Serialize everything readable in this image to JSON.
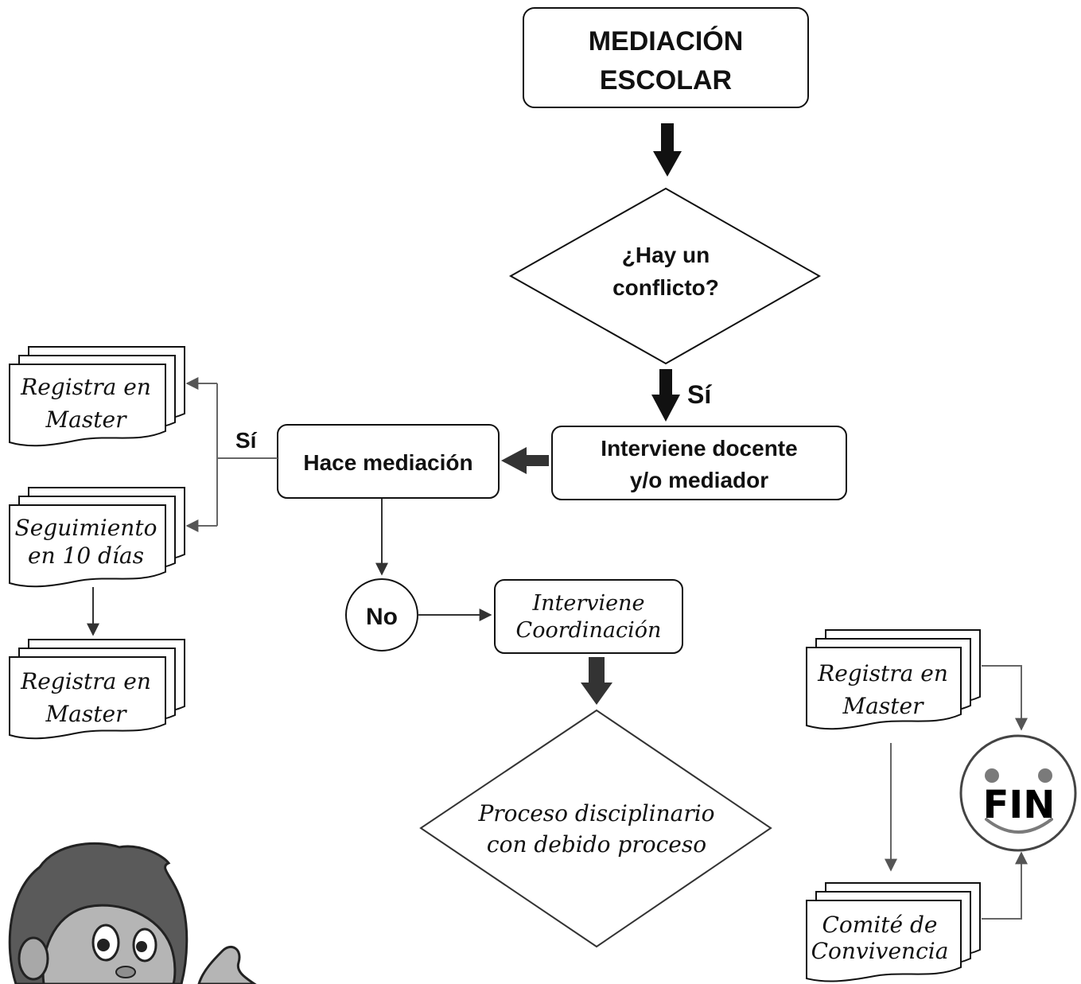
{
  "title": {
    "line1": "MEDIACIÓN",
    "line2": "ESCOLAR"
  },
  "decision_conflict": {
    "line1": "¿Hay un",
    "line2": "conflicto?"
  },
  "label_si_main": "Sí",
  "interviene_docente": {
    "line1": "Interviene docente",
    "line2": "y/o mediador"
  },
  "hace_mediacion": "Hace mediación",
  "label_si_left": "Sí",
  "doc_registra_1": {
    "line1": "Registra en",
    "line2": "Master"
  },
  "doc_seguimiento": {
    "line1": "Seguimiento",
    "line2": "en 10 días"
  },
  "doc_registra_2": {
    "line1": "Registra en",
    "line2": "Master"
  },
  "no_circle": "No",
  "interviene_coordinacion": {
    "line1": "Interviene",
    "line2": "Coordinación"
  },
  "proceso_disciplinario": {
    "line1": "Proceso disciplinario",
    "line2": "con debido proceso"
  },
  "doc_registra_3": {
    "line1": "Registra en",
    "line2": "Master"
  },
  "doc_comite": {
    "line1": "Comité de",
    "line2": "Convivencia"
  },
  "fin": "FIN",
  "colors": {
    "stroke": "#111111",
    "arrow_thick": "#111111",
    "arrow_thin": "#555555",
    "face_gray": "#7a7a7a"
  }
}
